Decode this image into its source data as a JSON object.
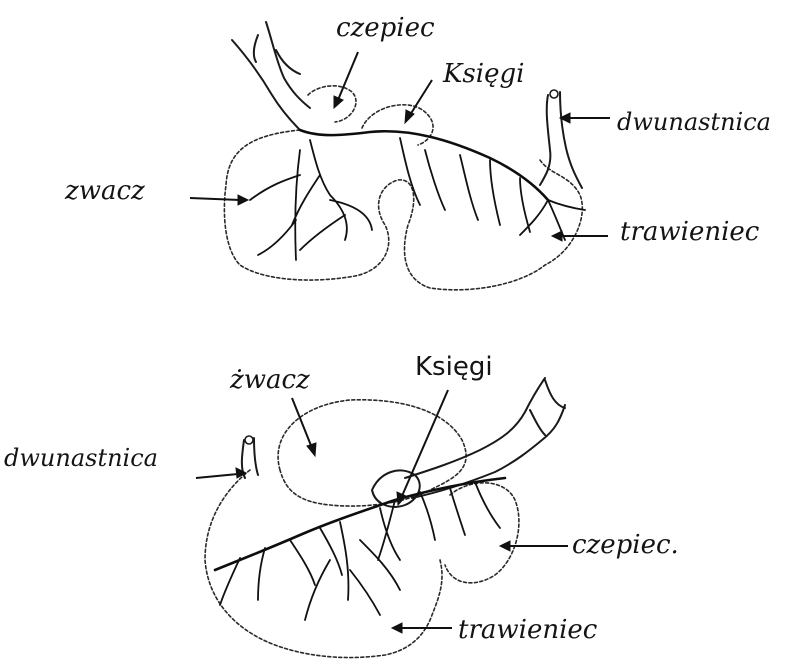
{
  "diagrams": [
    {
      "id": "top",
      "labels": {
        "czepiec": "czepiec",
        "ksiegi": "Księgi",
        "dwunastnica": "dwunastnica",
        "zwacz": "zwacz",
        "trawieniec": "trawieniec"
      }
    },
    {
      "id": "bottom",
      "labels": {
        "zwacz": "żwacz",
        "ksiegi": "Księgi",
        "dwunastnica": "dwunastnica",
        "czepiec": "czepiec.",
        "trawieniec": "trawieniec"
      }
    }
  ],
  "colors": {
    "ink": "#111111",
    "paper": "#ffffff"
  }
}
